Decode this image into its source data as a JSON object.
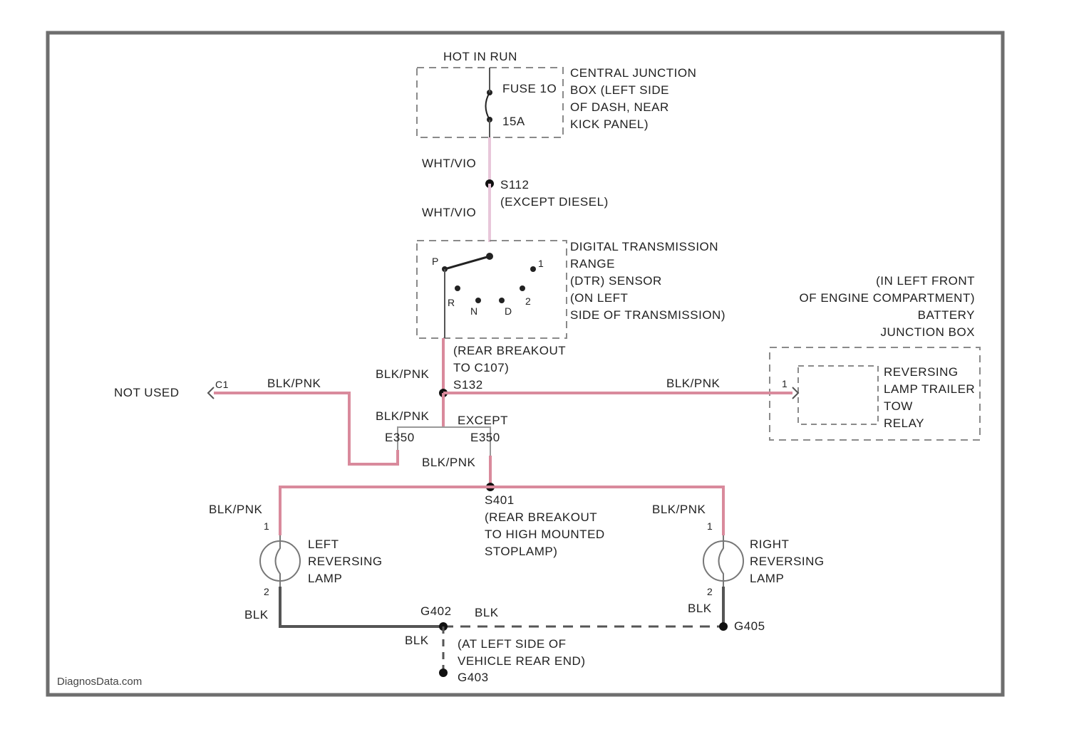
{
  "colors": {
    "frame": "#6e6e6e",
    "pink_wire": "#d98a9c",
    "light_pink_wire": "#e8c7da",
    "black_wire": "#555555",
    "dashed_box": "#8a8a8a",
    "text": "#222222"
  },
  "labels": {
    "hot_in_run": "HOT IN RUN",
    "fuse": "FUSE 1O",
    "fuse_amp": "15A",
    "cjb": [
      "CENTRAL JUNCTION",
      "BOX (LEFT SIDE",
      "OF DASH, NEAR",
      "KICK PANEL)"
    ],
    "wht_vio_1": "WHT/VIO",
    "s112": [
      "S112",
      "(EXCEPT DIESEL)"
    ],
    "wht_vio_2": "WHT/VIO",
    "dtr": [
      "DIGITAL TRANSMISSION",
      "RANGE",
      "(DTR) SENSOR",
      "(ON LEFT",
      "SIDE OF TRANSMISSION)"
    ],
    "dtr_pins": [
      "P",
      "R",
      "N",
      "D",
      "2",
      "1"
    ],
    "bjb": [
      "(IN LEFT FRONT",
      "OF ENGINE COMPARTMENT)",
      "BATTERY",
      "JUNCTION BOX"
    ],
    "relay": [
      "REVERSING",
      "LAMP TRAILER",
      "TOW",
      "RELAY"
    ],
    "not_used": "NOT USED",
    "c1_pin": "C1",
    "blk_pnk_left": "BLK/PNK",
    "blk_pnk_top": "BLK/PNK",
    "rear_breakout": [
      "(REAR BREAKOUT",
      "TO C107)",
      "S132"
    ],
    "blk_pnk_right": "BLK/PNK",
    "blk_pnk_mid": "BLK/PNK",
    "except": "EXCEPT",
    "e350_a": "E350",
    "e350_b": "E350",
    "blk_pnk_lower": "BLK/PNK",
    "s401": [
      "S401",
      "(REAR BREAKOUT",
      "TO HIGH MOUNTED",
      "STOPLAMP)"
    ],
    "blk_pnk_ll": "BLK/PNK",
    "blk_pnk_rr": "BLK/PNK",
    "left_lamp": [
      "LEFT",
      "REVERSING",
      "LAMP"
    ],
    "right_lamp": [
      "RIGHT",
      "REVERSING",
      "LAMP"
    ],
    "blk_l": "BLK",
    "blk_r": "BLK",
    "g402": "G402",
    "blk_g": "BLK",
    "blk_c": "BLK",
    "g405": "G405",
    "ground_loc": [
      "(AT LEFT SIDE OF",
      "VEHICLE REAR END)"
    ],
    "g403": "G403",
    "pin1": "1",
    "pin2": "2",
    "watermark": "DiagnosData.com"
  }
}
